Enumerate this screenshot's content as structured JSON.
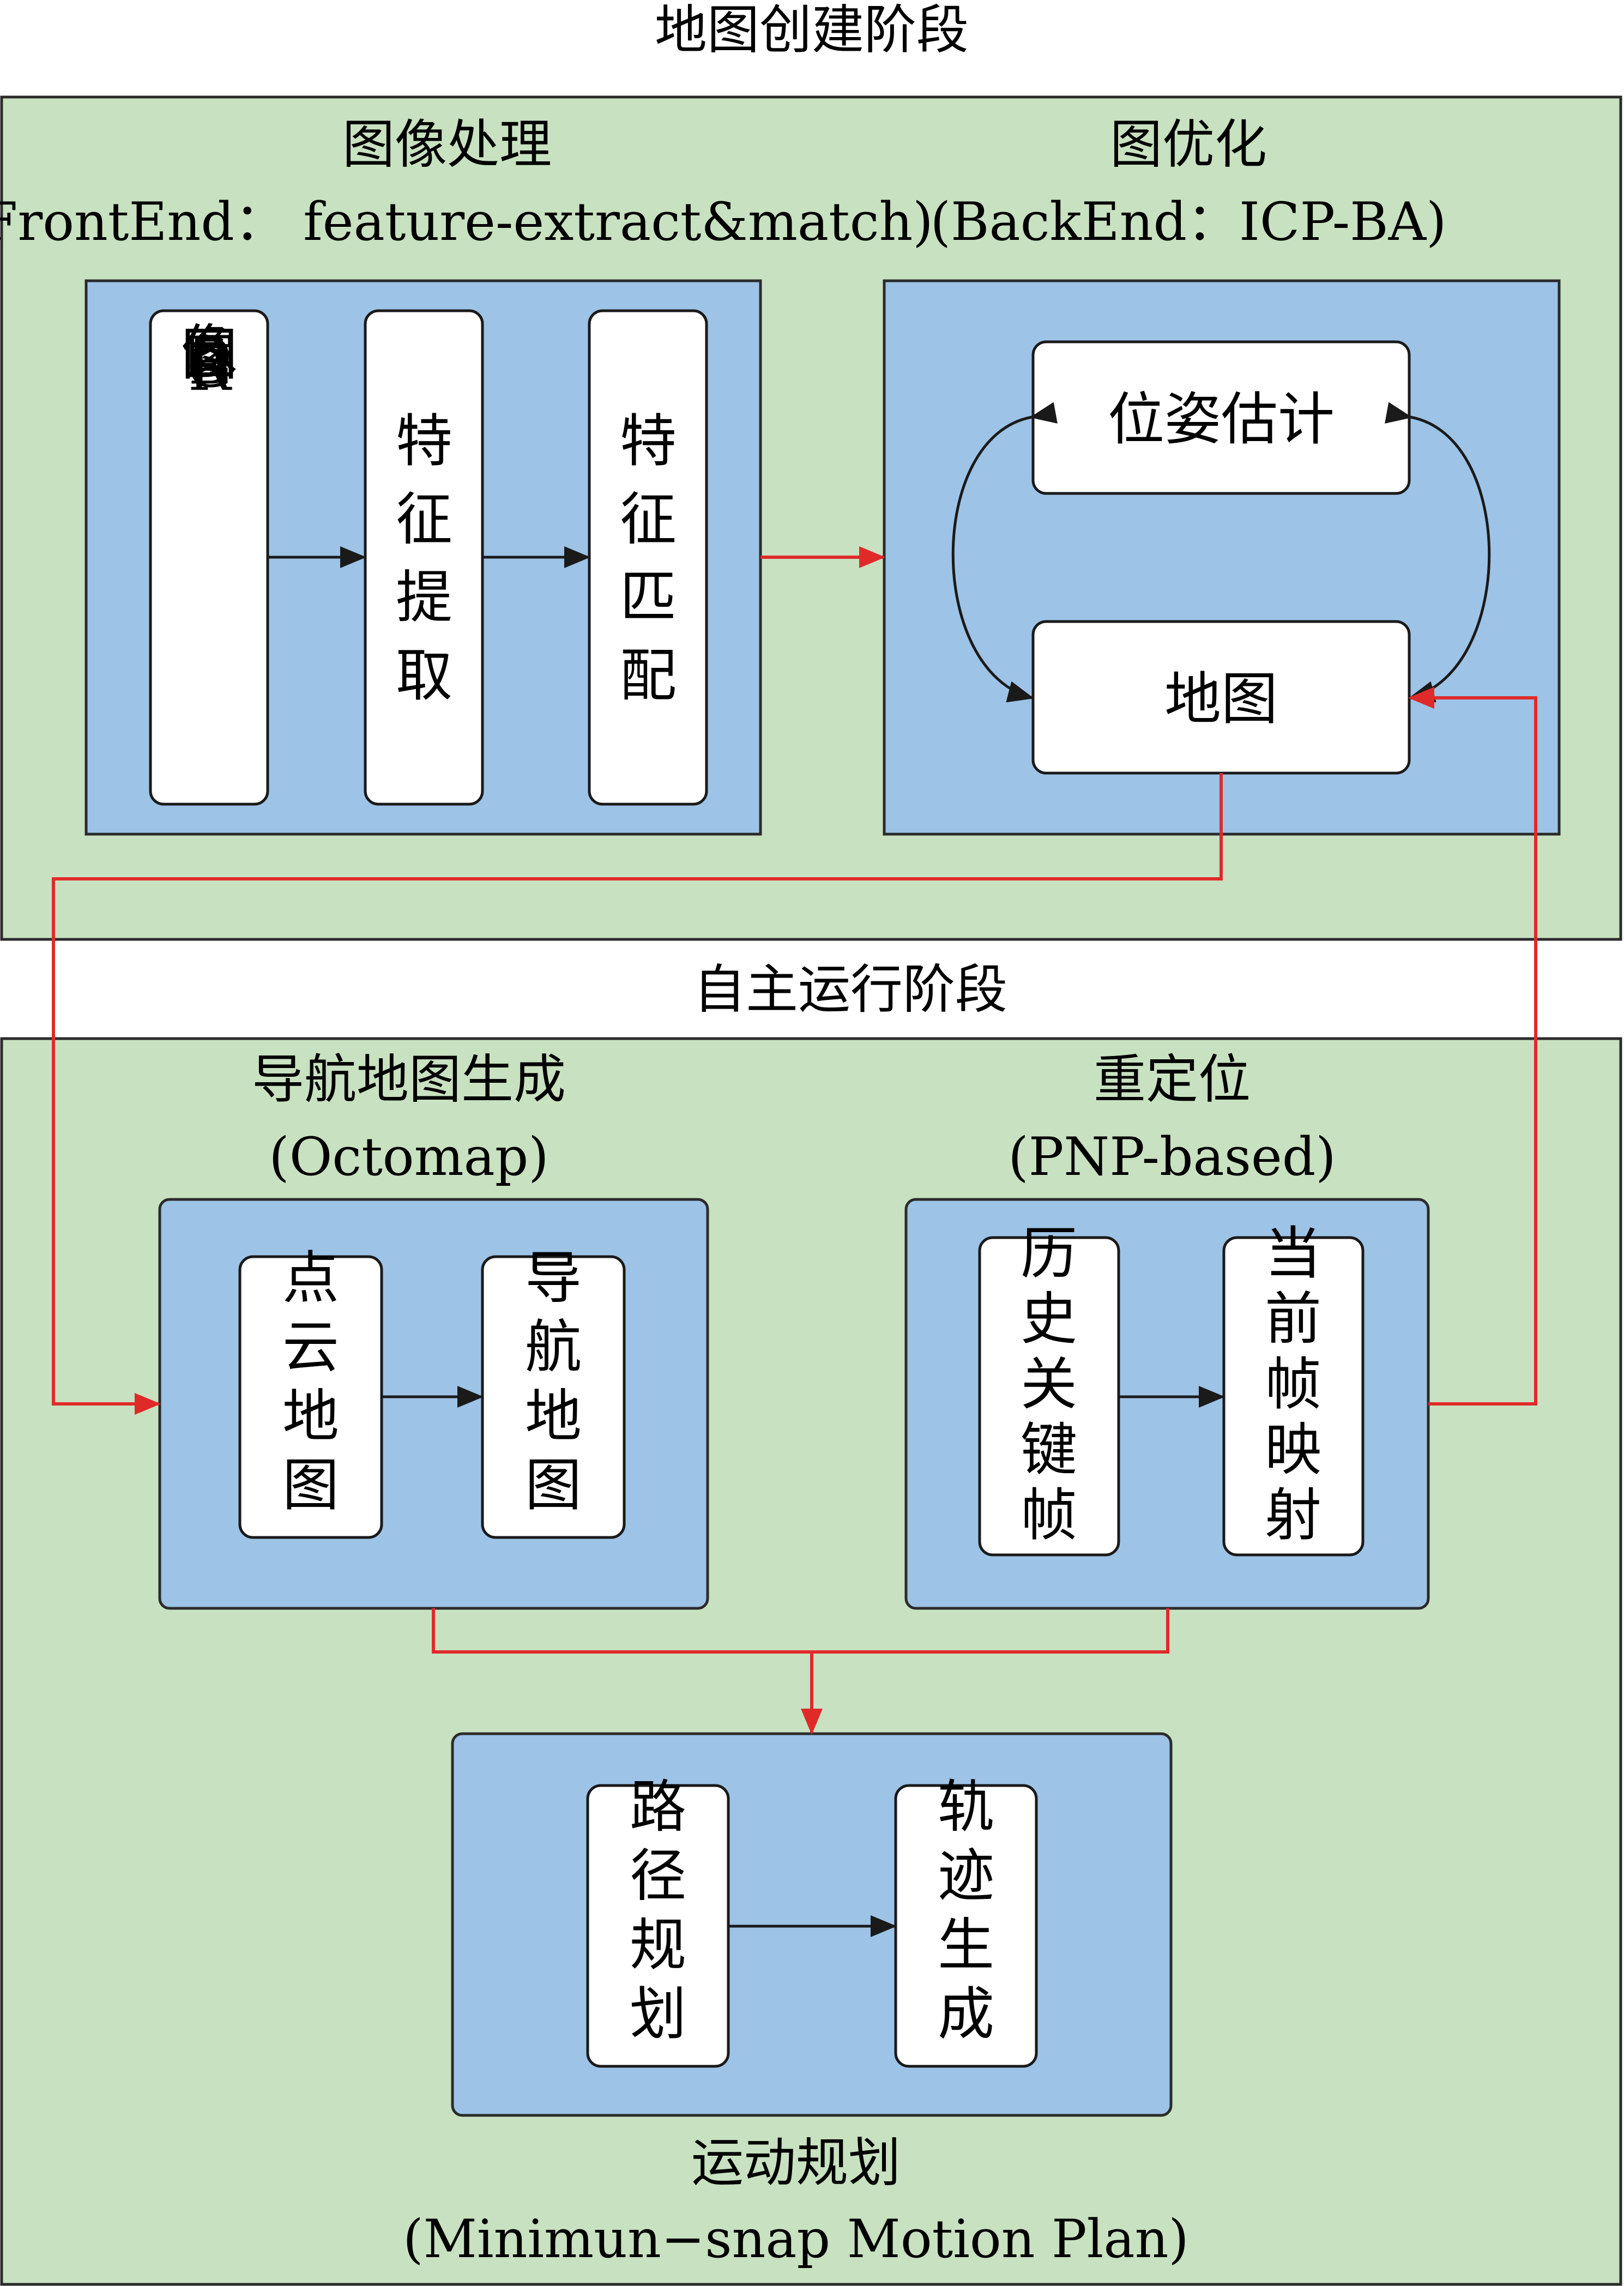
{
  "colors": {
    "zone_fill": "#c8e1c0",
    "panel_fill": "#9dc3e6",
    "node_fill": "#ffffff",
    "border": "#2b2b2b",
    "data_flow_arrow": "#e02a2a",
    "internal_arrow": "#1a1a1a"
  },
  "stage1": {
    "title": "地图创建阶段",
    "frontend": {
      "title": "图像处理",
      "subtitle": "(FrontEnd： feature-extract&match)",
      "nodes": [
        "RGB-D图像",
        "特征提取",
        "特征匹配"
      ]
    },
    "backend": {
      "title": "图优化",
      "subtitle": "(BackEnd：ICP-BA)",
      "nodes": [
        "位姿估计",
        "地图"
      ]
    }
  },
  "stage2": {
    "title": "自主运行阶段",
    "navmap": {
      "title": "导航地图生成",
      "subtitle": "(Octomap)",
      "nodes": [
        "点云地图",
        "导航地图"
      ]
    },
    "reloc": {
      "title": "重定位",
      "subtitle": "(PNP-based)",
      "nodes": [
        "历史关键帧",
        "当前帧映射"
      ]
    },
    "motion": {
      "title": "运动规划",
      "subtitle": "(Minimun−snap Motion Plan)",
      "nodes": [
        "路径规划",
        "轨迹生成"
      ]
    }
  }
}
